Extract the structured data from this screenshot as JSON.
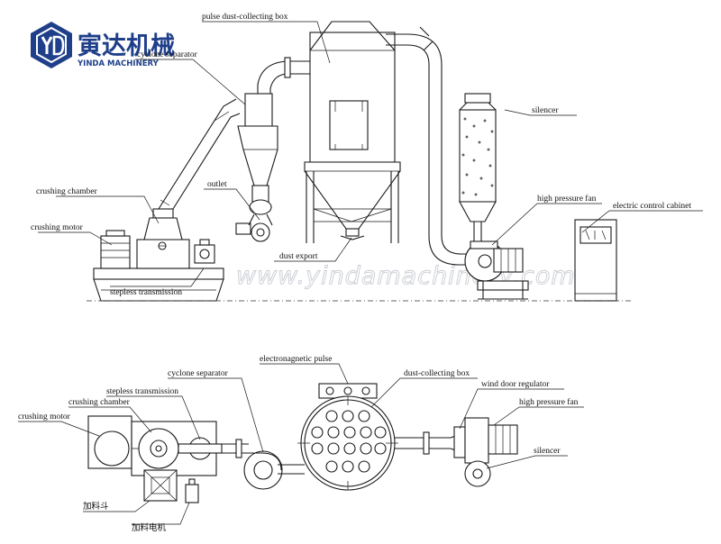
{
  "brand": {
    "name_cn": "寅达机械",
    "name_en": "YINDA MACHINERY",
    "color": "#1f3f8a",
    "watermark": "www.yindamachinery.com"
  },
  "elevation_labels": {
    "pulse_dust_box": "pulse dust-collecting box",
    "cyclone_separator": "cyclone separator",
    "silencer": "silencer",
    "crushing_chamber": "crushing chamber",
    "outlet": "outlet",
    "high_pressure_fan": "high pressure fan",
    "electric_cabinet": "electric control cabinet",
    "crushing_motor": "crushing motor",
    "dust_export": "dust export",
    "stepless_transmission": "stepless transmission"
  },
  "plan_labels": {
    "electromagnetic_pulse": "electronagnetic pulse",
    "cyclone_separator": "cyclone separator",
    "dust_box": "dust-collecting box",
    "stepless_transmission": "stepless transmission",
    "wind_door": "wind door regulator",
    "crushing_chamber": "crushing chamber",
    "high_pressure_fan": "high pressure fan",
    "crushing_motor": "crushing motor",
    "silencer": "silencer",
    "hopper_cn": "加料斗",
    "feed_motor_cn": "加料电机"
  }
}
